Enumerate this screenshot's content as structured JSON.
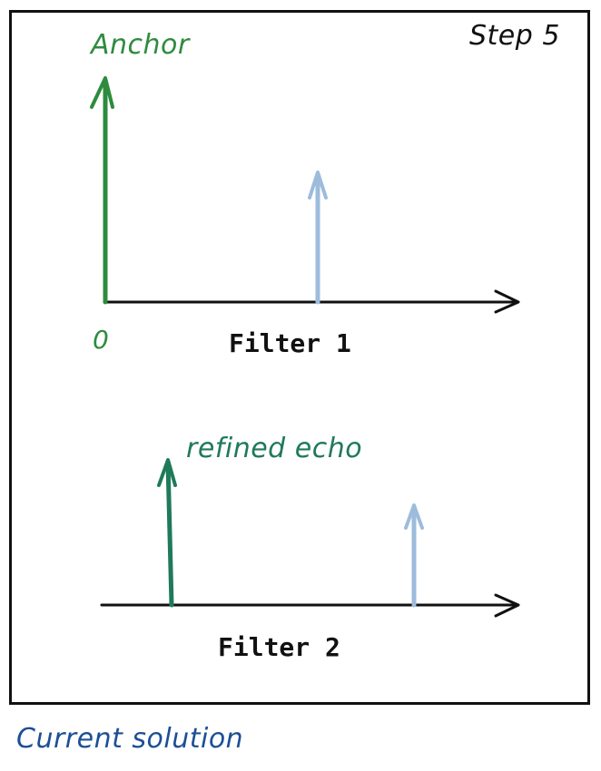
{
  "step_label": "Step 5",
  "caption": "Current solution",
  "filter1": {
    "title": "Filter 1",
    "anchor_label": "Anchor",
    "origin_label": "0"
  },
  "filter2": {
    "title": "Filter 2",
    "echo_label": "refined echo"
  },
  "colors": {
    "anchor": "#2e8b3e",
    "refined_echo": "#1f7a5a",
    "faint_arrow": "#9dbcdc",
    "axis": "#111111",
    "caption": "#1c4f96"
  }
}
